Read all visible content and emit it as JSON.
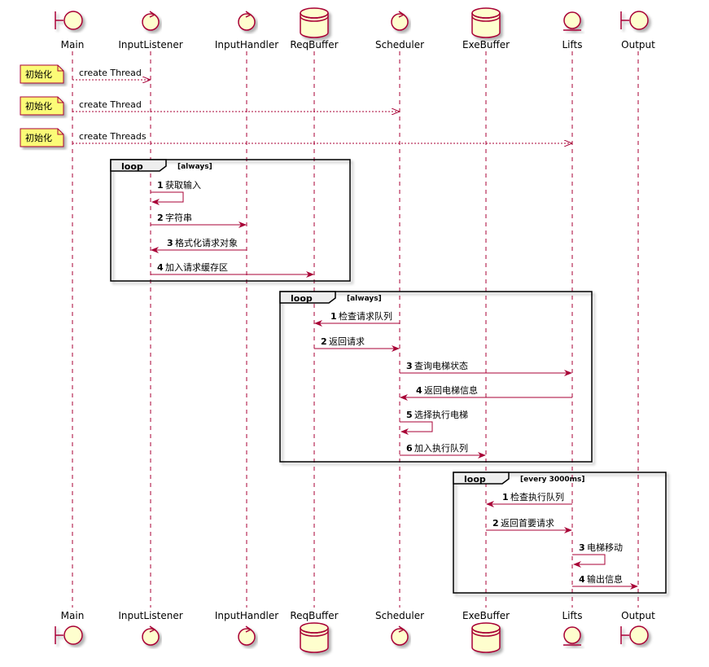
{
  "colors": {
    "accent": "#A80036",
    "participant_fill": "#FEFECE",
    "note_fill": "#FBFB77",
    "lifeline": "#A80036",
    "loop_border": "#000000"
  },
  "participants": [
    {
      "id": "main",
      "label": "Main",
      "icon": "boundary-icon"
    },
    {
      "id": "inputlistener",
      "label": "InputListener",
      "icon": "control-icon"
    },
    {
      "id": "inputhandler",
      "label": "InputHandler",
      "icon": "control-icon"
    },
    {
      "id": "reqbuffer",
      "label": "ReqBuffer",
      "icon": "database-icon"
    },
    {
      "id": "scheduler",
      "label": "Scheduler",
      "icon": "control-icon"
    },
    {
      "id": "exebuffer",
      "label": "ExeBuffer",
      "icon": "database-icon"
    },
    {
      "id": "lifts",
      "label": "Lifts",
      "icon": "entity-icon"
    },
    {
      "id": "output",
      "label": "Output",
      "icon": "boundary-icon"
    }
  ],
  "notes": [
    {
      "text": "初始化"
    },
    {
      "text": "初始化"
    },
    {
      "text": "初始化"
    }
  ],
  "init_messages": [
    {
      "from": "main",
      "to": "inputlistener",
      "label": "create Thread",
      "style": "dashed"
    },
    {
      "from": "main",
      "to": "scheduler",
      "label": "create Thread",
      "style": "dashed"
    },
    {
      "from": "main",
      "to": "lifts",
      "label": "create Threads",
      "style": "dashed"
    }
  ],
  "loops": [
    {
      "keyword": "loop",
      "guard": "[always]",
      "messages": [
        {
          "num": "1",
          "from": "inputlistener",
          "to": "inputlistener",
          "label": "获取输入"
        },
        {
          "num": "2",
          "from": "inputlistener",
          "to": "inputhandler",
          "label": "字符串"
        },
        {
          "num": "3",
          "from": "inputhandler",
          "to": "inputlistener",
          "label": "格式化请求对象"
        },
        {
          "num": "4",
          "from": "inputlistener",
          "to": "reqbuffer",
          "label": "加入请求缓存区"
        }
      ]
    },
    {
      "keyword": "loop",
      "guard": "[always]",
      "messages": [
        {
          "num": "1",
          "from": "scheduler",
          "to": "reqbuffer",
          "label": "检查请求队列"
        },
        {
          "num": "2",
          "from": "reqbuffer",
          "to": "scheduler",
          "label": "返回请求"
        },
        {
          "num": "3",
          "from": "scheduler",
          "to": "lifts",
          "label": "查询电梯状态"
        },
        {
          "num": "4",
          "from": "lifts",
          "to": "scheduler",
          "label": "返回电梯信息"
        },
        {
          "num": "5",
          "from": "scheduler",
          "to": "scheduler",
          "label": "选择执行电梯"
        },
        {
          "num": "6",
          "from": "scheduler",
          "to": "exebuffer",
          "label": "加入执行队列"
        }
      ]
    },
    {
      "keyword": "loop",
      "guard": "[every 3000ms]",
      "messages": [
        {
          "num": "1",
          "from": "lifts",
          "to": "exebuffer",
          "label": "检查执行队列"
        },
        {
          "num": "2",
          "from": "exebuffer",
          "to": "lifts",
          "label": "返回首要请求"
        },
        {
          "num": "3",
          "from": "lifts",
          "to": "lifts",
          "label": "电梯移动"
        },
        {
          "num": "4",
          "from": "lifts",
          "to": "output",
          "label": "输出信息"
        }
      ]
    }
  ]
}
